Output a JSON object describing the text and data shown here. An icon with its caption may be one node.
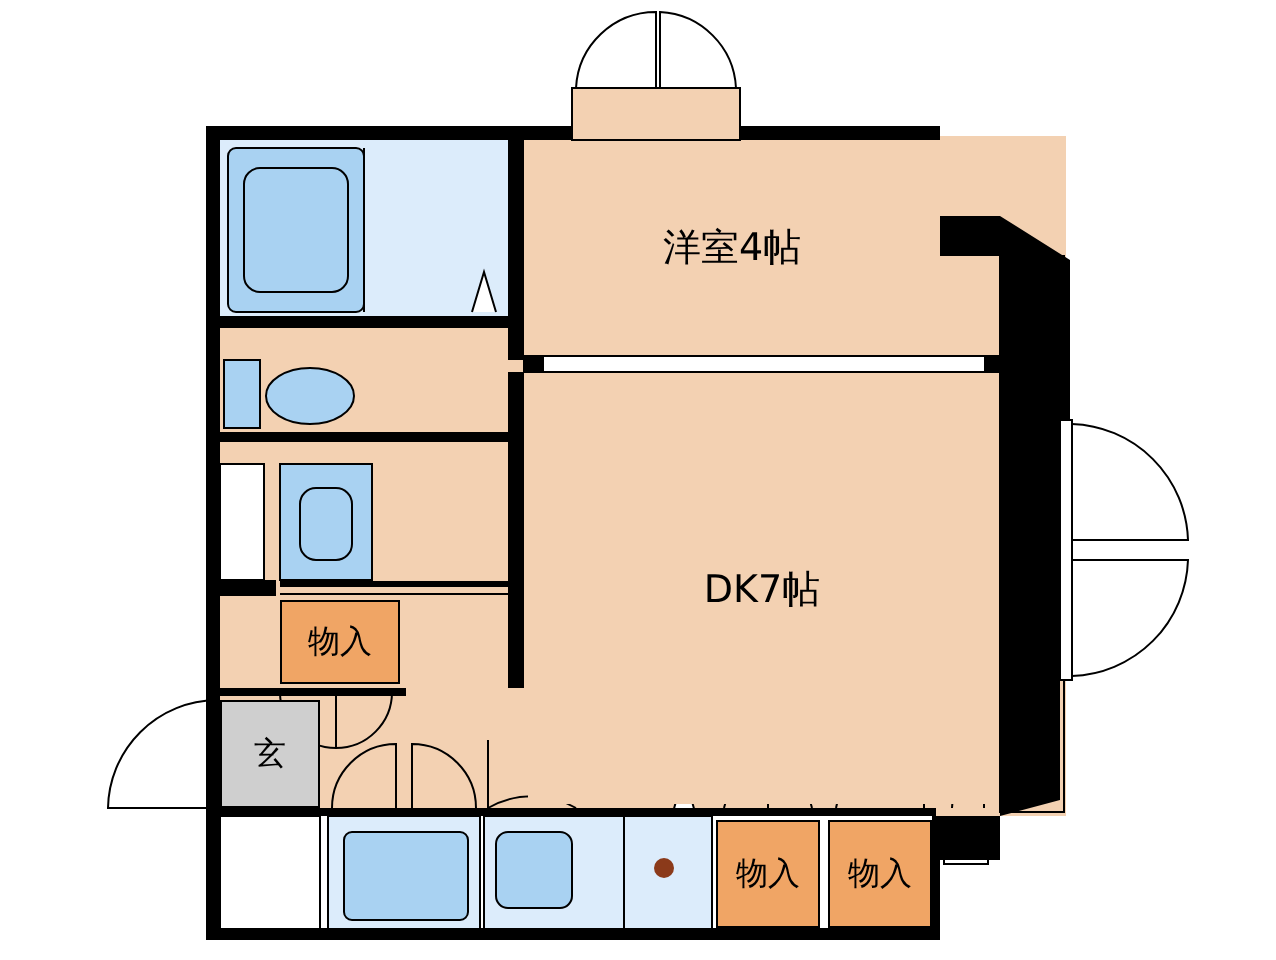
{
  "diagram": {
    "nodes": [
      {
        "text": [
          "洋室4帖"
        ]
      },
      {
        "text": [
          "DK7帖"
        ]
      },
      {
        "text": [
          "物入"
        ]
      },
      {
        "text": [
          "玄"
        ]
      },
      {
        "text": [
          "物入"
        ]
      },
      {
        "text": [
          "物入"
        ]
      }
    ]
  }
}
